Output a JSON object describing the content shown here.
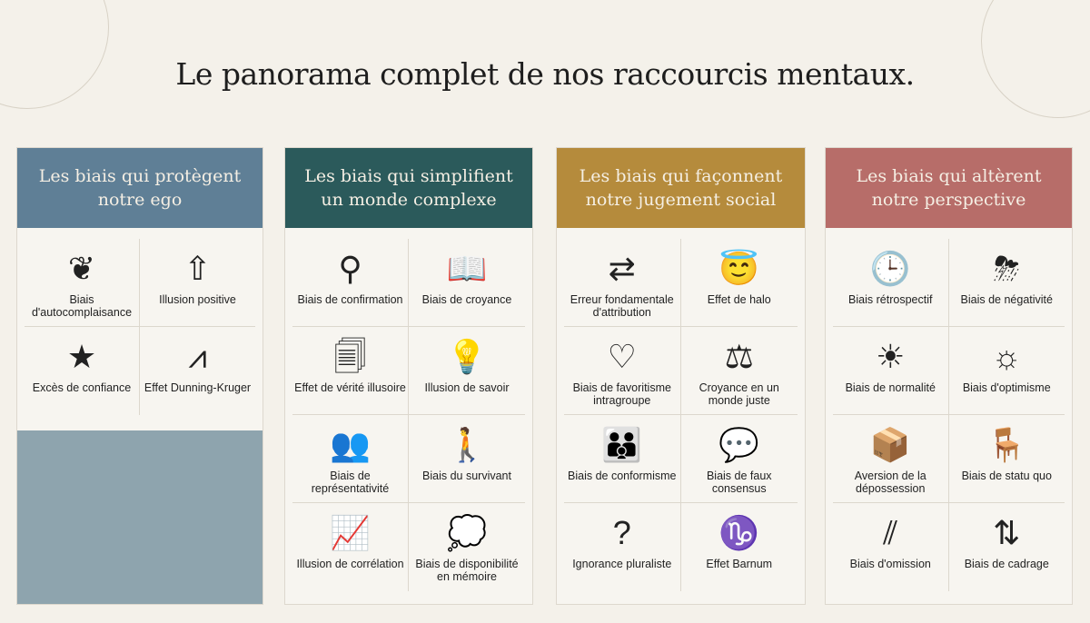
{
  "title": "Le panorama complet de nos raccourcis mentaux.",
  "colors": {
    "ego": "#5f7f96",
    "simplify": "#2b5a5b",
    "social": "#b58b3c",
    "perspective": "#b76d69",
    "background": "#f4f1ea"
  },
  "columns": [
    {
      "title": "Les biais qui protègent notre ego",
      "items": [
        {
          "label": "Biais d'autocomplaisance",
          "icon": "laurel-icon",
          "glyph": "❦"
        },
        {
          "label": "Illusion positive",
          "icon": "arrow-up-icon",
          "glyph": "⇧"
        },
        {
          "label": "Excès de confiance",
          "icon": "flexing-star-icon",
          "glyph": "★"
        },
        {
          "label": "Effet Dunning-Kruger",
          "icon": "curve-chart-icon",
          "glyph": "⩘"
        }
      ]
    },
    {
      "title": "Les biais qui simplifient un monde complexe",
      "items": [
        {
          "label": "Biais de confirmation",
          "icon": "magnifier-check-icon",
          "glyph": "⚲"
        },
        {
          "label": "Biais de croyance",
          "icon": "book-question-icon",
          "glyph": "📖"
        },
        {
          "label": "Effet de vérité illusoire",
          "icon": "documents-icon",
          "glyph": "🗐"
        },
        {
          "label": "Illusion de savoir",
          "icon": "head-lightbulb-icon",
          "glyph": "💡"
        },
        {
          "label": "Biais de représentativité",
          "icon": "group-speech-icon",
          "glyph": "👥"
        },
        {
          "label": "Biais du survivant",
          "icon": "survivor-icon",
          "glyph": "🚶"
        },
        {
          "label": "Illusion de corrélation",
          "icon": "line-chart-icon",
          "glyph": "📈"
        },
        {
          "label": "Biais de disponibilité en mémoire",
          "icon": "thought-image-icon",
          "glyph": "💭"
        }
      ]
    },
    {
      "title": "Les biais qui façonnent notre jugement social",
      "items": [
        {
          "label": "Erreur fondamentale d'attribution",
          "icon": "people-arrow-icon",
          "glyph": "⇄"
        },
        {
          "label": "Effet de halo",
          "icon": "halo-person-icon",
          "glyph": "😇"
        },
        {
          "label": "Biais de favoritisme intragroupe",
          "icon": "group-heart-icon",
          "glyph": "♡"
        },
        {
          "label": "Croyance en un monde juste",
          "icon": "scales-icon",
          "glyph": "⚖"
        },
        {
          "label": "Biais de conformisme",
          "icon": "crowd-icon",
          "glyph": "👪"
        },
        {
          "label": "Biais de faux consensus",
          "icon": "thought-group-icon",
          "glyph": "💬"
        },
        {
          "label": "Ignorance pluraliste",
          "icon": "question-people-icon",
          "glyph": "?"
        },
        {
          "label": "Effet Barnum",
          "icon": "mirror-zodiac-icon",
          "glyph": "♑"
        }
      ]
    },
    {
      "title": "Les biais qui altèrent notre perspective",
      "items": [
        {
          "label": "Biais rétrospectif",
          "icon": "clock-history-icon",
          "glyph": "🕒"
        },
        {
          "label": "Biais de négativité",
          "icon": "storm-cloud-icon",
          "glyph": "⛈"
        },
        {
          "label": "Biais de normalité",
          "icon": "person-weather-icon",
          "glyph": "☀"
        },
        {
          "label": "Biais d'optimisme",
          "icon": "person-sun-icon",
          "glyph": "☼"
        },
        {
          "label": "Aversion de la dépossession",
          "icon": "hand-box-icon",
          "glyph": "📦"
        },
        {
          "label": "Biais de statu quo",
          "icon": "armchair-icon",
          "glyph": "🪑"
        },
        {
          "label": "Biais d'omission",
          "icon": "dominoes-icon",
          "glyph": "⫽"
        },
        {
          "label": "Biais de cadrage",
          "icon": "glasses-arrows-icon",
          "glyph": "⇅"
        }
      ]
    }
  ]
}
